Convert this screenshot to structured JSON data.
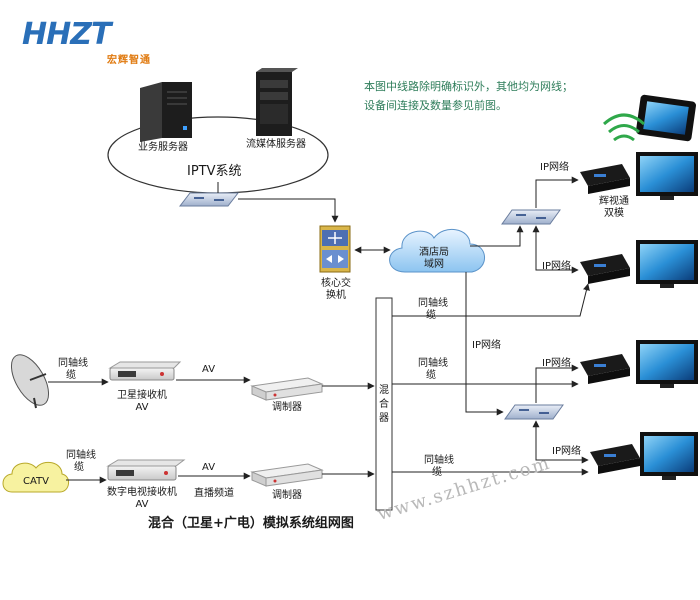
{
  "logo": {
    "text": "HHZT",
    "subtitle": "宏辉智通"
  },
  "note": {
    "line1": "本图中线路除明确标识外，其他均为网线；",
    "line2": "设备间连接及数量参见前图。"
  },
  "iptv": {
    "title": "IPTV系统",
    "business_server": "业务服务器",
    "streaming_server": "流媒体服务器"
  },
  "core_switch": {
    "line1": "核心交",
    "line2": "换机"
  },
  "hotel_lan": {
    "line1": "酒店局",
    "line2": "域网"
  },
  "top_stb": {
    "line1": "辉视通",
    "line2": "双模"
  },
  "ip_network": "IP网络",
  "coax_line1": "同轴线",
  "coax_line2": "缆",
  "satellite_receiver": {
    "line1": "卫星接收机",
    "line2": "AV"
  },
  "av": "AV",
  "modulator": "调制器",
  "catv": "CATV",
  "digital_tv_receiver": {
    "line1": "数字电视接收机",
    "line2": "AV"
  },
  "live_channel": "直播频道",
  "mixer": {
    "c1": "混",
    "c2": "合",
    "c3": "器"
  },
  "caption": "混合（卫星+广电）模拟系统组网图",
  "watermark": "www.szhhzt.com",
  "colors": {
    "accent_blue": "#2a6fb8",
    "logo_orange": "#e07a10",
    "note_green": "#2e7d5a",
    "line": "#333333"
  }
}
